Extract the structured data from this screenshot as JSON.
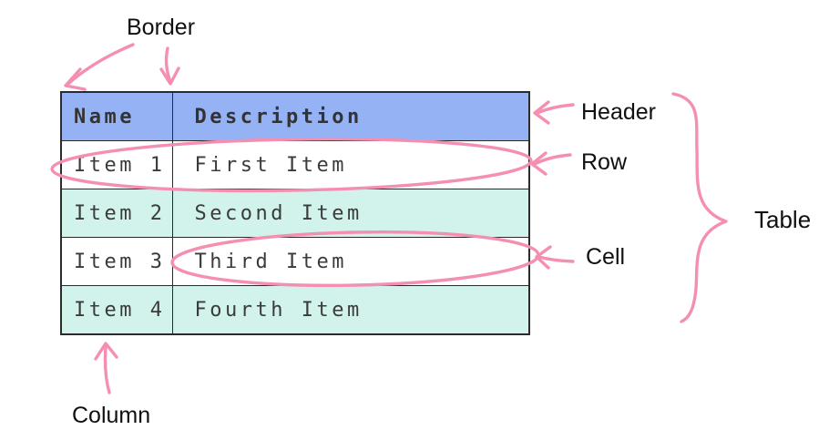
{
  "colors": {
    "pink": "#f48fb1",
    "header-bg": "#95b2f4",
    "stripe": "#d1f3eb",
    "table-border": "#2b2b2b",
    "cell-text": "#3b3b3b",
    "label-text": "#101010"
  },
  "annotations": {
    "border": "Border",
    "header": "Header",
    "row": "Row",
    "cell": "Cell",
    "table": "Table",
    "column": "Column"
  },
  "table": {
    "columns": [
      "Name",
      "Description"
    ],
    "rows": [
      [
        "Item 1",
        "First Item"
      ],
      [
        "Item 2",
        "Second Item"
      ],
      [
        "Item 3",
        "Third Item"
      ],
      [
        "Item 4",
        "Fourth Item"
      ]
    ]
  }
}
